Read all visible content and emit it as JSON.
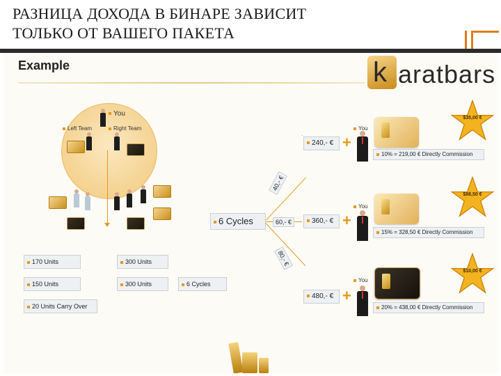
{
  "header": {
    "title_line1": "РАЗНИЦА ДОХОДА В БИНАРЕ ЗАВИСИТ",
    "title_line2": "ТОЛЬКО ОТ ВАШЕГО ПАКЕТА"
  },
  "slide": {
    "example_title": "Example",
    "logo_k": "k",
    "logo_rest": "aratbars",
    "circle": {
      "you": "You",
      "left_team": "Left Team",
      "right_team": "Right Team"
    },
    "left_boxes": [
      "170 Units",
      "150 Units",
      "20 Units Carry Over"
    ],
    "mid_boxes": [
      "300 Units",
      "300 Units"
    ],
    "cycles_small": "6 Cycles",
    "cycles_big": "6 Cycles",
    "branch_labels": [
      "40,- €",
      "60,- €",
      "80,- €"
    ],
    "results": [
      {
        "you": "You",
        "value": "240,- €",
        "commission": "10% = 219,00 € Directly Commission",
        "star": "$35,00 €"
      },
      {
        "you": "You",
        "value": "360,- €",
        "commission": "15% = 328,50 € Directly Commission",
        "star": "$88,50 €"
      },
      {
        "you": "You",
        "value": "480,- €",
        "commission": "20% = 438,00 € Directly Commission",
        "star": "$10,00 €"
      }
    ],
    "plus_sign": "+"
  },
  "colors": {
    "accent": "#e39a1c",
    "header_bar": "#2b2b2b",
    "header_accent": "#e07b1a",
    "box_bg": "#eef1f4"
  }
}
